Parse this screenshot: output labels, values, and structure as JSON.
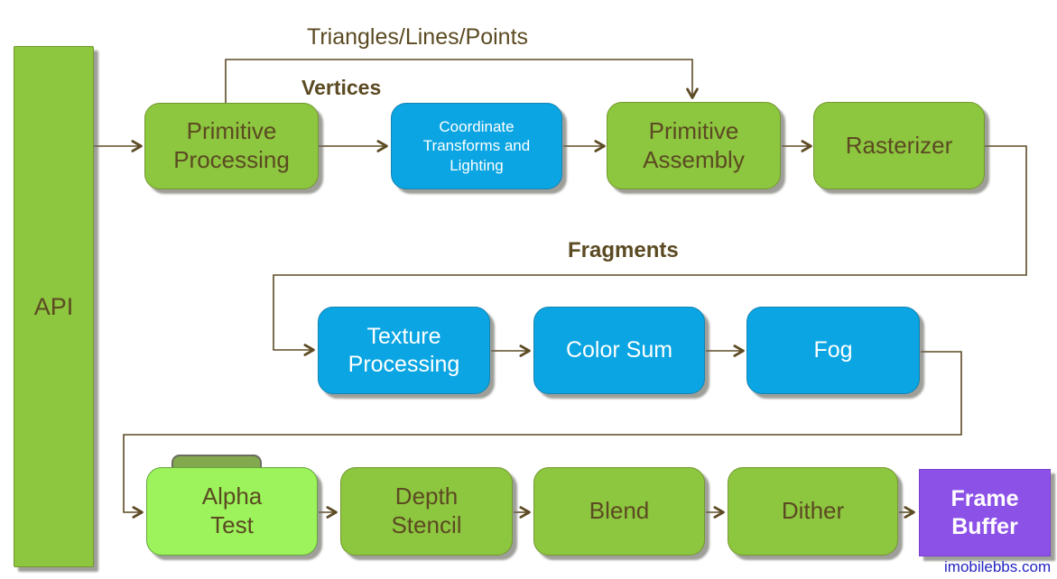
{
  "diagram": {
    "title": "Graphics pipeline flow diagram",
    "annotations": {
      "triangles_lines_points": "Triangles/Lines/Points",
      "vertices": "Vertices",
      "fragments": "Fragments"
    },
    "boxes": {
      "api": {
        "label": "API",
        "color": "#8DC63F"
      },
      "primitive_processing": {
        "label": "Primitive\nProcessing",
        "color": "#8DC63F"
      },
      "coordinate_transforms": {
        "label": "Coordinate\nTransforms and\nLighting",
        "color": "#0AA5E2"
      },
      "primitive_assembly": {
        "label": "Primitive\nAssembly",
        "color": "#8DC63F"
      },
      "rasterizer": {
        "label": "Rasterizer",
        "color": "#8DC63F"
      },
      "texture_processing": {
        "label": "Texture\nProcessing",
        "color": "#0AA5E2"
      },
      "color_sum": {
        "label": "Color Sum",
        "color": "#0AA5E2"
      },
      "fog": {
        "label": "Fog",
        "color": "#0AA5E2"
      },
      "alpha_test": {
        "label": "Alpha\nTest",
        "color": "#9CF35B"
      },
      "depth_stencil": {
        "label": "Depth\nStencil",
        "color": "#8DC63F"
      },
      "blend": {
        "label": "Blend",
        "color": "#8DC63F"
      },
      "dither": {
        "label": "Dither",
        "color": "#8DC63F"
      },
      "frame_buffer": {
        "label": "Frame\nBuffer",
        "color": "#8C52E8"
      }
    },
    "watermark": "imobilebbs.com",
    "colors": {
      "stage_green": "#8DC63F",
      "highlight_green": "#9CF35B",
      "programmable_blue": "#0AA5E2",
      "framebuffer_purple": "#8C52E8",
      "connector_brown": "#5D4B24",
      "label_brown": "#5B4A22",
      "watermark_blue": "#2323C1"
    }
  }
}
